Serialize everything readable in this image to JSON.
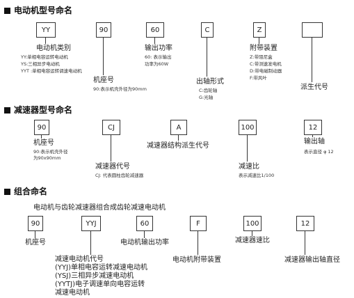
{
  "sections": [
    {
      "title": "电动机型号命名",
      "boxes": [
        "YY",
        "90",
        "60",
        "C",
        "Z",
        ""
      ],
      "labels": [
        "电动机类别",
        "机座号",
        "输出功率",
        "出轴形式",
        "附带装置",
        "派生代号"
      ],
      "subs": [
        [
          "YY:单相电容运转电动机",
          "YS:三相异步电动机",
          "YYT :单相电容运转调速电动机"
        ],
        [
          "90:表示机壳外径为90mm"
        ],
        [
          "60: 表示输出",
          "功率为60W"
        ],
        [
          "C:齿轮轴",
          "G:光轴"
        ],
        [
          "Z:带阻尼盒",
          "C:带测速发电机",
          "D:带电磁制动器",
          "F:带风叶"
        ],
        []
      ]
    },
    {
      "title": "减速器型号命名",
      "boxes": [
        "90",
        "CJ",
        "A",
        "100",
        "12"
      ],
      "labels": [
        "机座号",
        "减速器代号",
        "减速器结构派生代号",
        "减速比",
        "输出轴"
      ],
      "subs": [
        [
          "90:表示机壳外径",
          "为90x90mm"
        ],
        [
          "CJ:  代表圆柱齿轮减速器"
        ],
        [],
        [
          "表示减速比1/100"
        ],
        [
          "表示直径 φ 12"
        ]
      ]
    },
    {
      "title": "组合命名",
      "intro": "电动机与齿轮减速器组合成齿轮减速电动机",
      "boxes": [
        "90",
        "YYJ",
        "60",
        "F",
        "100",
        "12"
      ],
      "labels": [
        "机座号",
        "减速电动机代号",
        "电动机输出功率",
        "电动机附带装置",
        "减速器速比",
        "减速器输出轴直径"
      ],
      "details": [
        "(YYJ)单相电容运转减速电动机",
        "(YSJ)三相异步减速电动机",
        "(YYTJ)电子调速单向电容运转",
        "减速电动机"
      ]
    }
  ]
}
